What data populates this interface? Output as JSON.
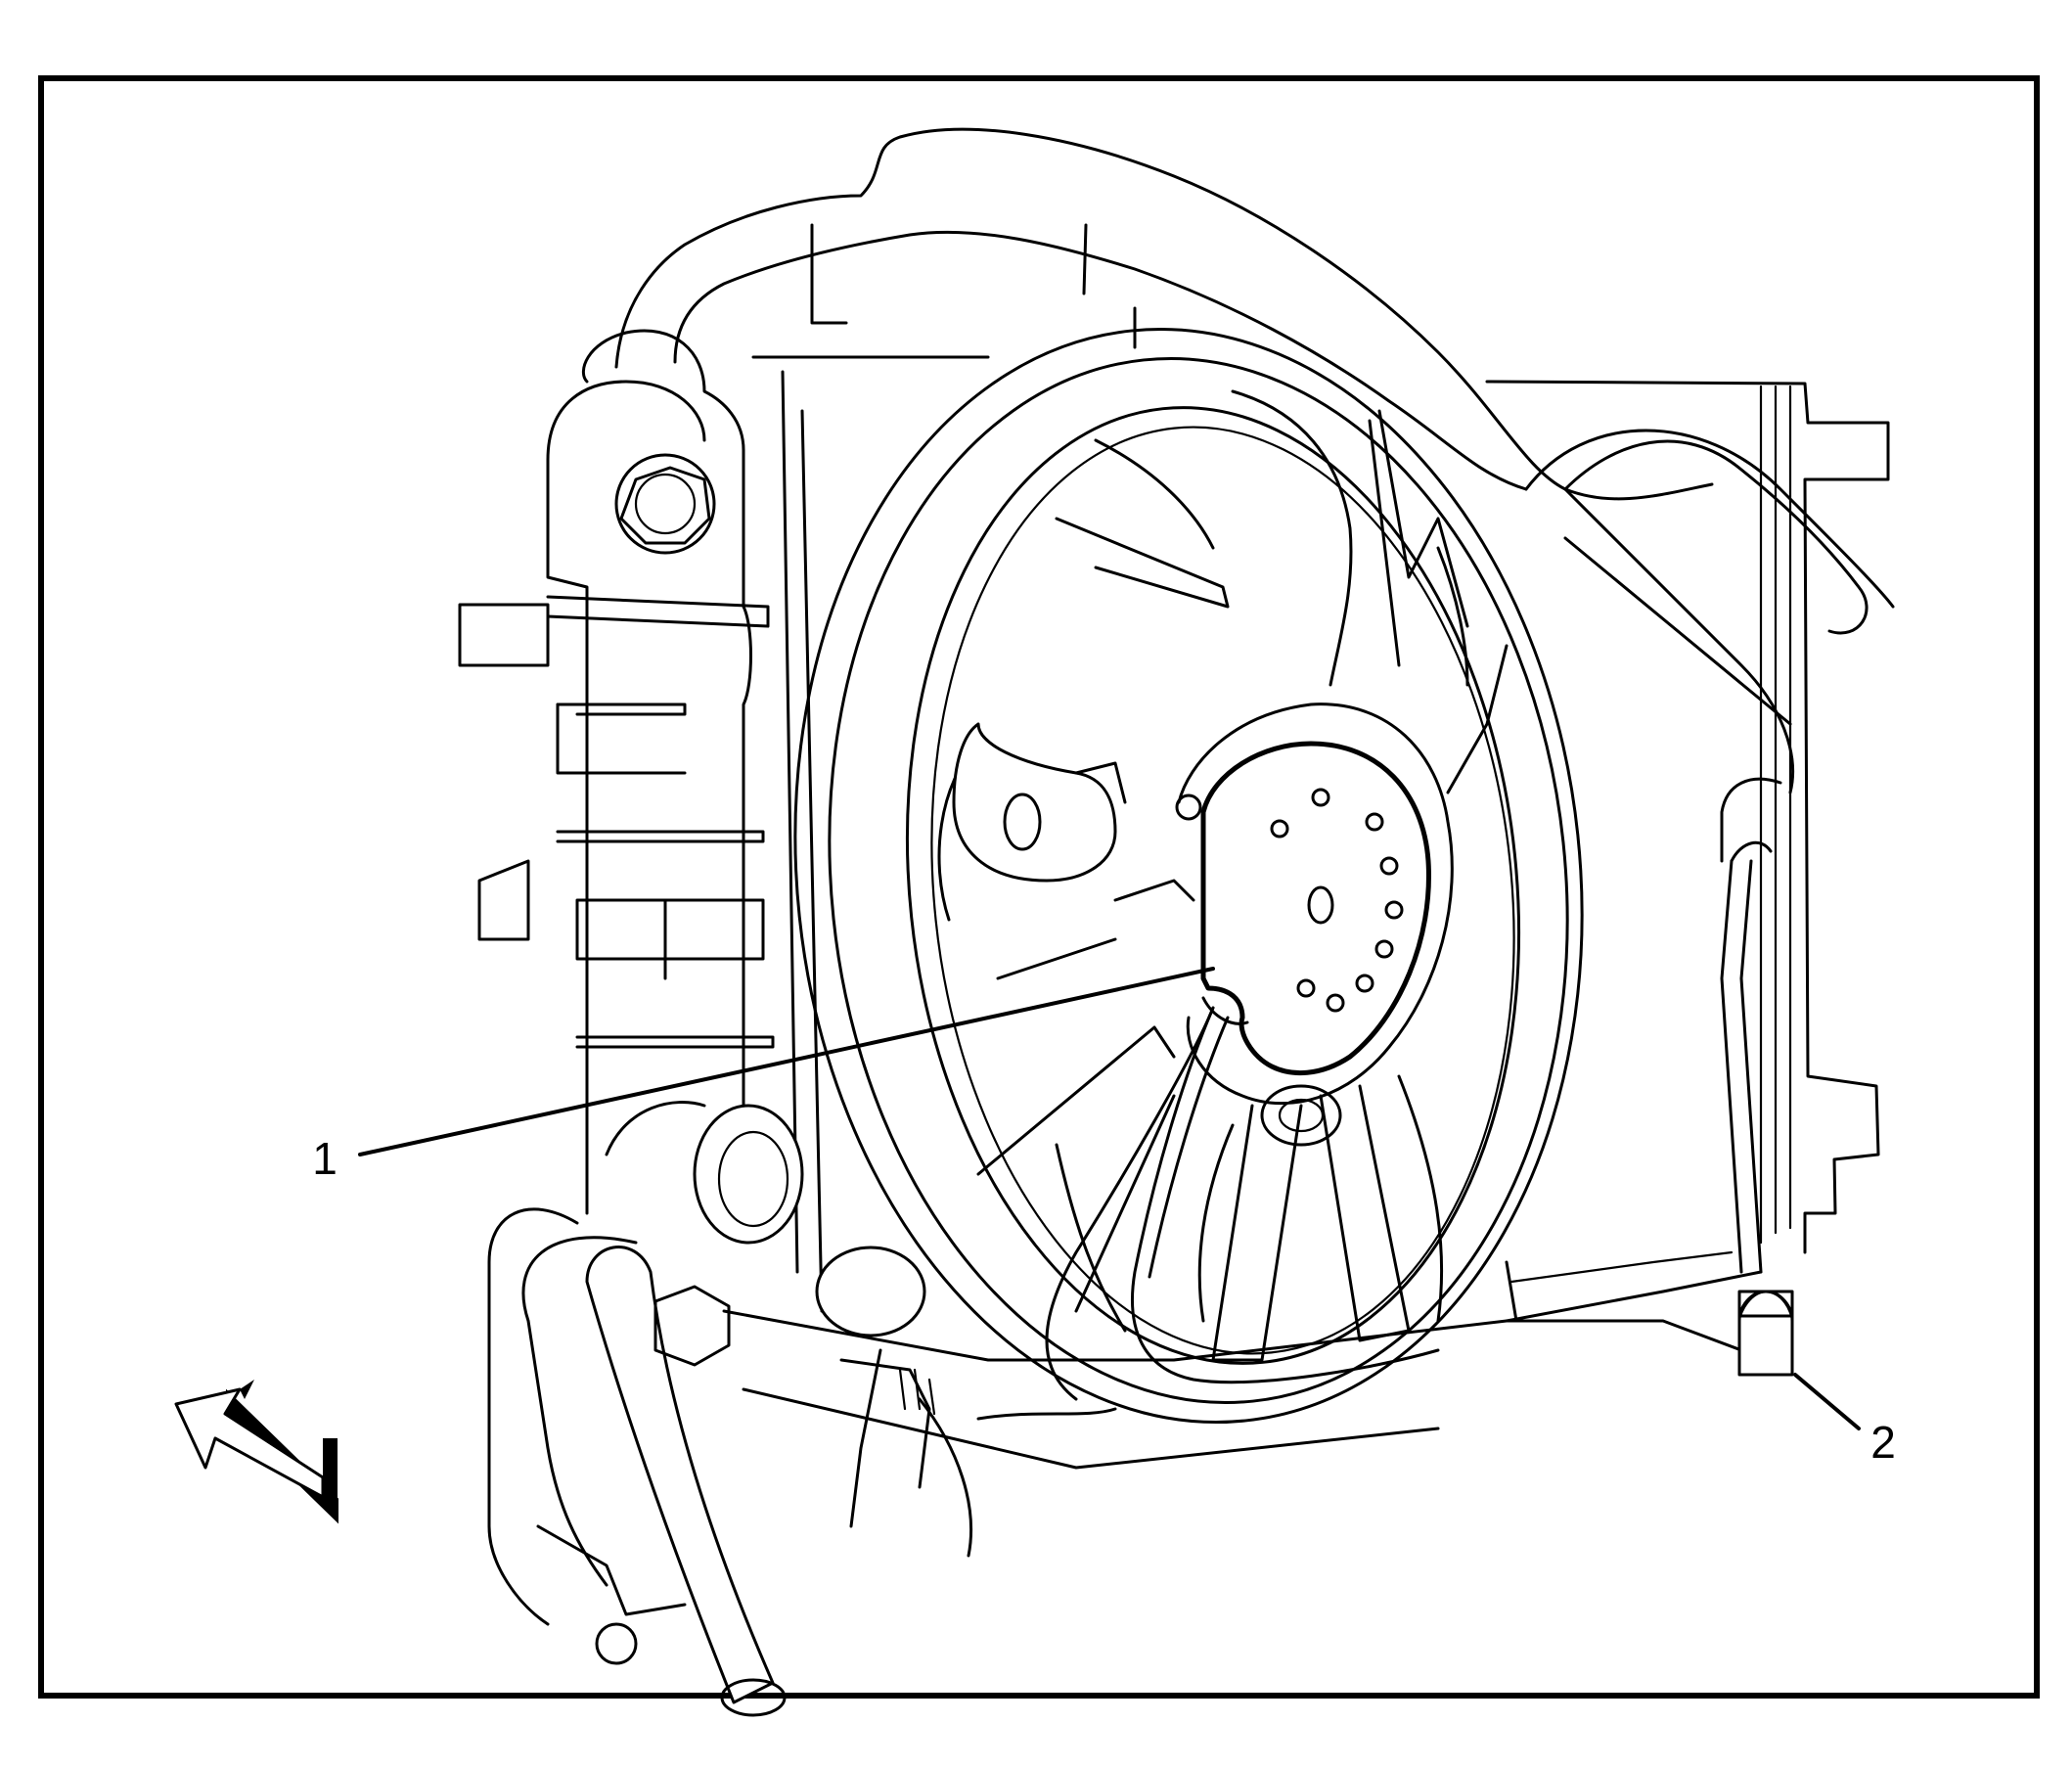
{
  "diagram": {
    "callouts": [
      {
        "id": "1",
        "label": "1"
      },
      {
        "id": "2",
        "label": "2"
      }
    ],
    "colors": {
      "line": "#000000",
      "background": "#ffffff"
    },
    "icons": {
      "view_direction": "view-direction-arrow-icon"
    }
  }
}
